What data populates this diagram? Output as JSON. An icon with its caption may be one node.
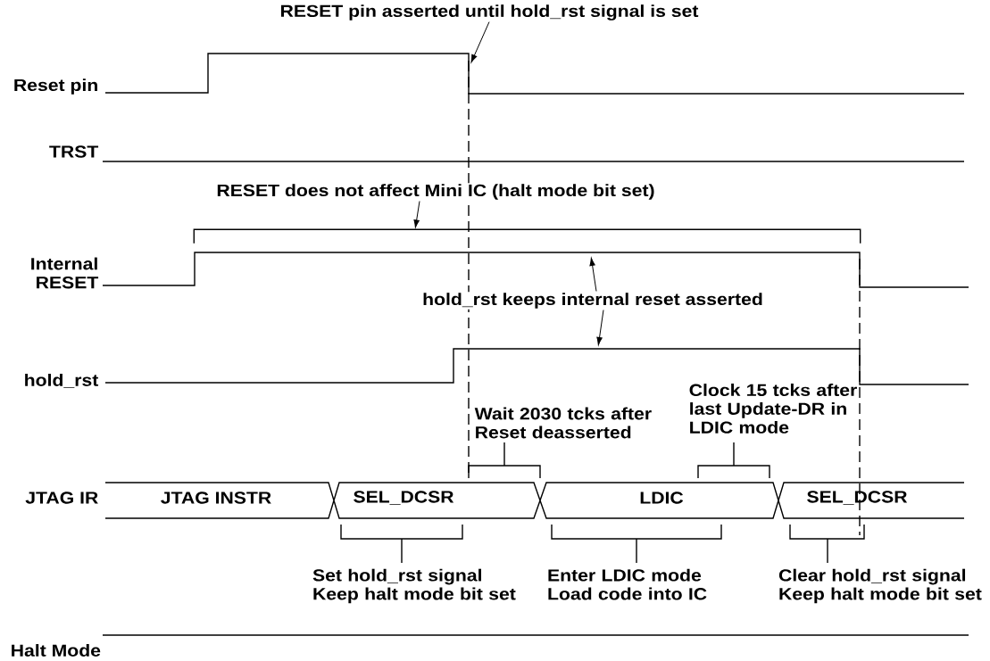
{
  "diagram": {
    "nodes": [
      {
        "text": [
          "RESET pin asserted until hold_rst signal is set"
        ]
      },
      {
        "text": [
          "RESET does not affect Mini IC (halt mode bit set)"
        ]
      },
      {
        "text": [
          "hold_rst keeps internal reset asserted"
        ]
      },
      {
        "text": [],
        "shape": "bracket"
      }
    ],
    "edges": [
      {
        "from": 0,
        "to": null,
        "arrow": "to"
      },
      {
        "from": 1,
        "to": 3,
        "arrow": "to"
      },
      {
        "from": 2,
        "to": null,
        "arrow": "to"
      },
      {
        "from": 2,
        "to": null,
        "arrow": "to"
      }
    ],
    "labels": [
      "Reset pin",
      "TRST",
      "Internal RESET",
      "hold_rst",
      "Wait 2030 tcks after Reset deasserted",
      "Clock 15 tcks after last Update-DR in LDIC mode",
      "JTAG IR",
      "JTAG INSTR",
      "SEL_DCSR",
      "LDIC",
      "SEL_DCSR",
      "Set hold_rst signal Keep halt mode bit set",
      "Enter LDIC mode Load code into IC",
      "Clear hold_rst signal Keep halt mode bit set",
      "Halt Mode"
    ]
  }
}
